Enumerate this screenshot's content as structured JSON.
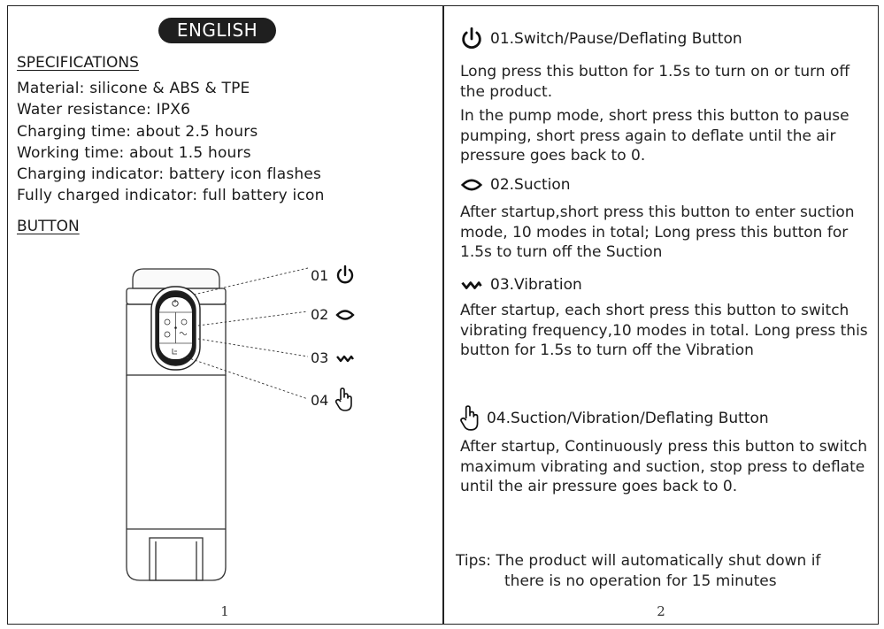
{
  "left_page": {
    "language_label": "ENGLISH",
    "specifications": {
      "heading": "SPECIFICATIONS",
      "lines": [
        "Material: silicone & ABS & TPE",
        "Water resistance: IPX6",
        "Charging time: about 2.5 hours",
        "Working time: about 1.5 hours",
        "Charging indicator: battery icon flashes",
        "Fully charged indicator: full battery icon"
      ]
    },
    "button_heading": "BUTTON",
    "callouts": [
      {
        "number": "01",
        "icon": "power-icon"
      },
      {
        "number": "02",
        "icon": "lips-icon"
      },
      {
        "number": "03",
        "icon": "wave-icon"
      },
      {
        "number": "04",
        "icon": "hand-pointer-icon"
      }
    ],
    "page_number": "1"
  },
  "right_page": {
    "sections": [
      {
        "icon": "power-icon",
        "title": "01.Switch/Pause/Deflating Button",
        "paragraphs": [
          "Long press this button for 1.5s to turn on or turn off the product.",
          "In the pump mode, short press this button to pause pumping, short press again to deflate until the air pressure goes back to 0."
        ]
      },
      {
        "icon": "lips-icon",
        "title": "02.Suction",
        "paragraphs": [
          "After startup,short press this button to enter suction mode, 10 modes in total; Long press this button for 1.5s to turn off the Suction"
        ]
      },
      {
        "icon": "wave-icon",
        "title": "03.Vibration",
        "paragraphs": [
          "After startup, each short press this button to switch vibrating frequency,10 modes in total. Long press this button for 1.5s to turn off the Vibration"
        ]
      },
      {
        "icon": "hand-pointer-icon",
        "title": "04.Suction/Vibration/Deflating Button",
        "paragraphs": [
          "After startup, Continuously press this button to switch maximum vibrating and suction, stop press to deflate until the air pressure goes back to 0."
        ]
      }
    ],
    "tips": {
      "label": "Tips:",
      "line1": "The product will automatically shut down if",
      "line2": "there is no operation for 15 minutes"
    },
    "page_number": "2"
  }
}
